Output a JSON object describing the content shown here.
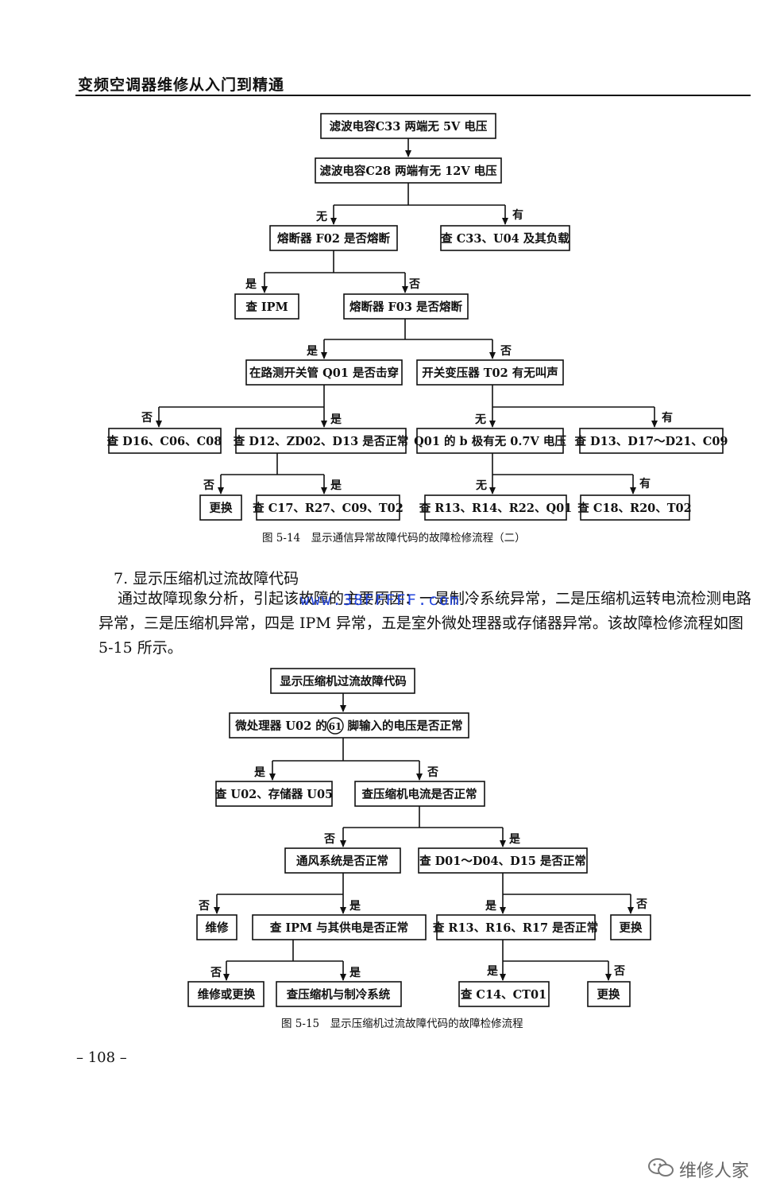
{
  "header": {
    "title": "变频空调器维修从入门到精通"
  },
  "fig14": {
    "nodes": {
      "n1": "滤波电容C33 两端无 5V 电压",
      "n2": "滤波电容C28 两端有无 12V 电压",
      "n3": "熔断器 F02 是否熔断",
      "n4": "查 C33、U04 及其负载",
      "n5": "查 IPM",
      "n6": "熔断器 F03 是否熔断",
      "n7": "在路测开关管 Q01 是否击穿",
      "n8": "开关变压器 T02 有无叫声",
      "n9": "查 D16、C06、C08",
      "n10": "查 D12、ZD02、D13 是否正常",
      "n11": "Q01 的 b 极有无 0.7V 电压",
      "n12": "查 D13、D17～D21、C09",
      "n13": "更换",
      "n14": "查 C17、R27、C09、T02",
      "n15": "查 R13、R14、R22、Q01",
      "n16": "查 C18、R20、T02"
    },
    "labels": {
      "l_wu1": "无",
      "l_you1": "有",
      "l_shi1": "是",
      "l_fou1": "否",
      "l_shi2": "是",
      "l_fou2": "否",
      "l_fou3": "否",
      "l_shi3": "是",
      "l_wu2": "无",
      "l_you2": "有",
      "l_fou4": "否",
      "l_shi4": "是",
      "l_wu3": "无",
      "l_you3": "有"
    },
    "caption": "图 5-14　显示通信异常故障代码的故障检修流程（二）"
  },
  "section": {
    "title": "7. 显示压缩机过流故障代码",
    "paragraph": "通过故障现象分析，引起该故障的主要原因：一是制冷系统异常，二是压缩机运转电流检测电路异常，三是压缩机异常，四是 IPM 异常，五是室外微处理器或存储器异常。该故障检修流程如图 5-15 所示。",
    "watermark_url": "www.38FFFFF.com"
  },
  "fig15": {
    "nodes": {
      "m1": "显示压缩机过流故障代码",
      "m2a": "微处理器 U02 的",
      "m2pin": "61",
      "m2b": "脚输入的电压是否正常",
      "m3": "查 U02、存储器 U05",
      "m4": "查压缩机电流是否正常",
      "m5": "通风系统是否正常",
      "m6": "查 D01～D04、D15 是否正常",
      "m7": "维修",
      "m8": "查 IPM 与其供电是否正常",
      "m9": "查 R13、R16、R17 是否正常",
      "m10": "更换",
      "m11": "维修或更换",
      "m12": "查压缩机与制冷系统",
      "m13": "查 C14、CT01",
      "m14": "更换"
    },
    "labels": {
      "k_shi1": "是",
      "k_fou1": "否",
      "k_fou2": "否",
      "k_shi2": "是",
      "k_fou3": "否",
      "k_shi3": "是",
      "k_shi4": "是",
      "k_fou4": "否",
      "k_fou5": "否",
      "k_shi5": "是",
      "k_shi6": "是",
      "k_fou6": "否"
    },
    "caption": "图 5-15　显示压缩机过流故障代码的故障检修流程"
  },
  "footer": {
    "page_number": "– 108 –",
    "brand": "维修人家"
  }
}
